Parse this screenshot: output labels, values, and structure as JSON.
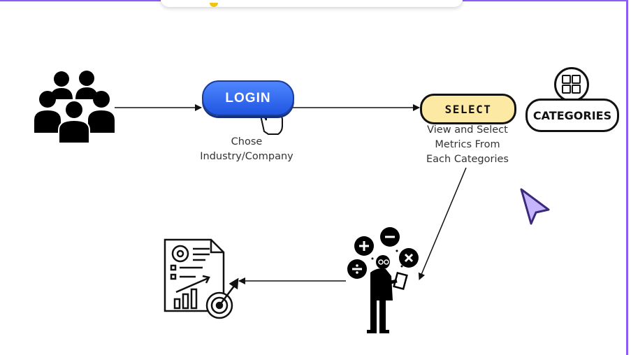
{
  "nodes": {
    "login": {
      "label": "LOGIN",
      "caption_lines": [
        "Chose",
        "Industry/Company"
      ]
    },
    "select": {
      "label": "SELECT",
      "caption_lines": [
        "View and Select",
        "Metrics From",
        "Each Categories"
      ]
    },
    "categories": {
      "label": "CATEGORIES"
    }
  },
  "icons": [
    "users-group-icon",
    "hand-cursor-icon",
    "grid-icon",
    "calculator-person-icon",
    "report-target-icon",
    "arrow-pointer-icon"
  ],
  "colors": {
    "login_fill": "#2f6bf0",
    "select_fill": "#fce9a4",
    "frame_accent": "#8b5cf6",
    "pointer_fill": "#c4b5fd"
  }
}
